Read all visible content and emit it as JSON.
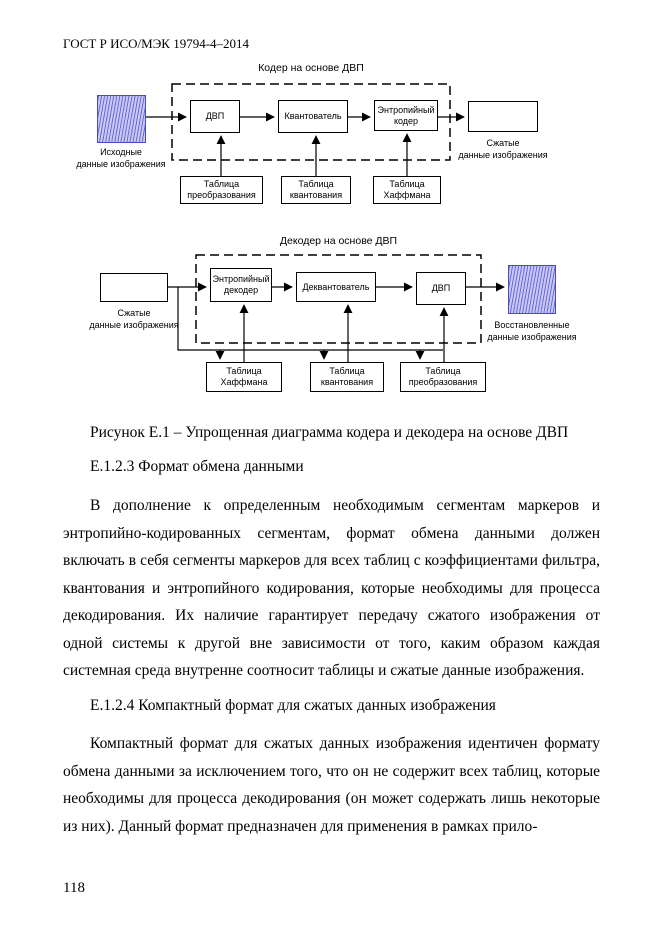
{
  "page": {
    "header": "ГОСТ Р ИСО/МЭК 19794-4–2014",
    "page_number": "118"
  },
  "encoder": {
    "title": "Кодер на основе ДВП",
    "input_label": "Исходные\nданные изображения",
    "output_label": "Сжатые\nданные изображения",
    "block_dwt": "ДВП",
    "block_quantizer": "Квантователь",
    "block_entropy": "Энтропийный\nкодер",
    "table_transform": "Таблица\nпреобразования",
    "table_quant": "Таблица\nквантования",
    "table_huffman": "Таблица\nХаффмана"
  },
  "decoder": {
    "title": "Декодер на основе ДВП",
    "input_label": "Сжатые\nданные изображения",
    "output_label": "Восстановленные\nданные изображения",
    "block_entropy": "Энтропийный\nдекодер",
    "block_dequantizer": "Деквантователь",
    "block_dwt": "ДВП",
    "table_huffman": "Таблица\nХаффмана",
    "table_quant": "Таблица\nквантования",
    "table_transform": "Таблица\nпреобразования"
  },
  "caption": "Рисунок Е.1 – Упрощенная диаграмма кодера и декодера на основе ДВП",
  "section_1": {
    "heading": "Е.1.2.3 Формат обмена данными",
    "paragraph": "В дополнение к определенным необходимым сегментам маркеров и энтропийно-кодированных сегментам, формат обмена данными должен включать в себя сегменты маркеров для всех таблиц с коэффициентами фильтра, квантования и энтропийного кодирования, которые необходимы для процесса декодирования. Их наличие гарантирует передачу сжатого изображения от одной системы к другой вне зависимости от того, каким образом каждая системная среда внутренне соотносит таблицы и сжатые данные изображения."
  },
  "section_2": {
    "heading": "Е.1.2.4 Компактный формат для сжатых данных изображения",
    "paragraph": "Компактный формат для сжатых данных изображения идентичен формату обмена данными за исключением того, что он не содержит всех таблиц, которые необходимы для процесса декодирования (он может содержать лишь некоторые из них). Данный формат предназначен для применения в рамках прило-"
  },
  "colors": {
    "hatch_light": "#c9c9f7",
    "hatch_dark": "#6b6bd6",
    "line": "#000000"
  }
}
